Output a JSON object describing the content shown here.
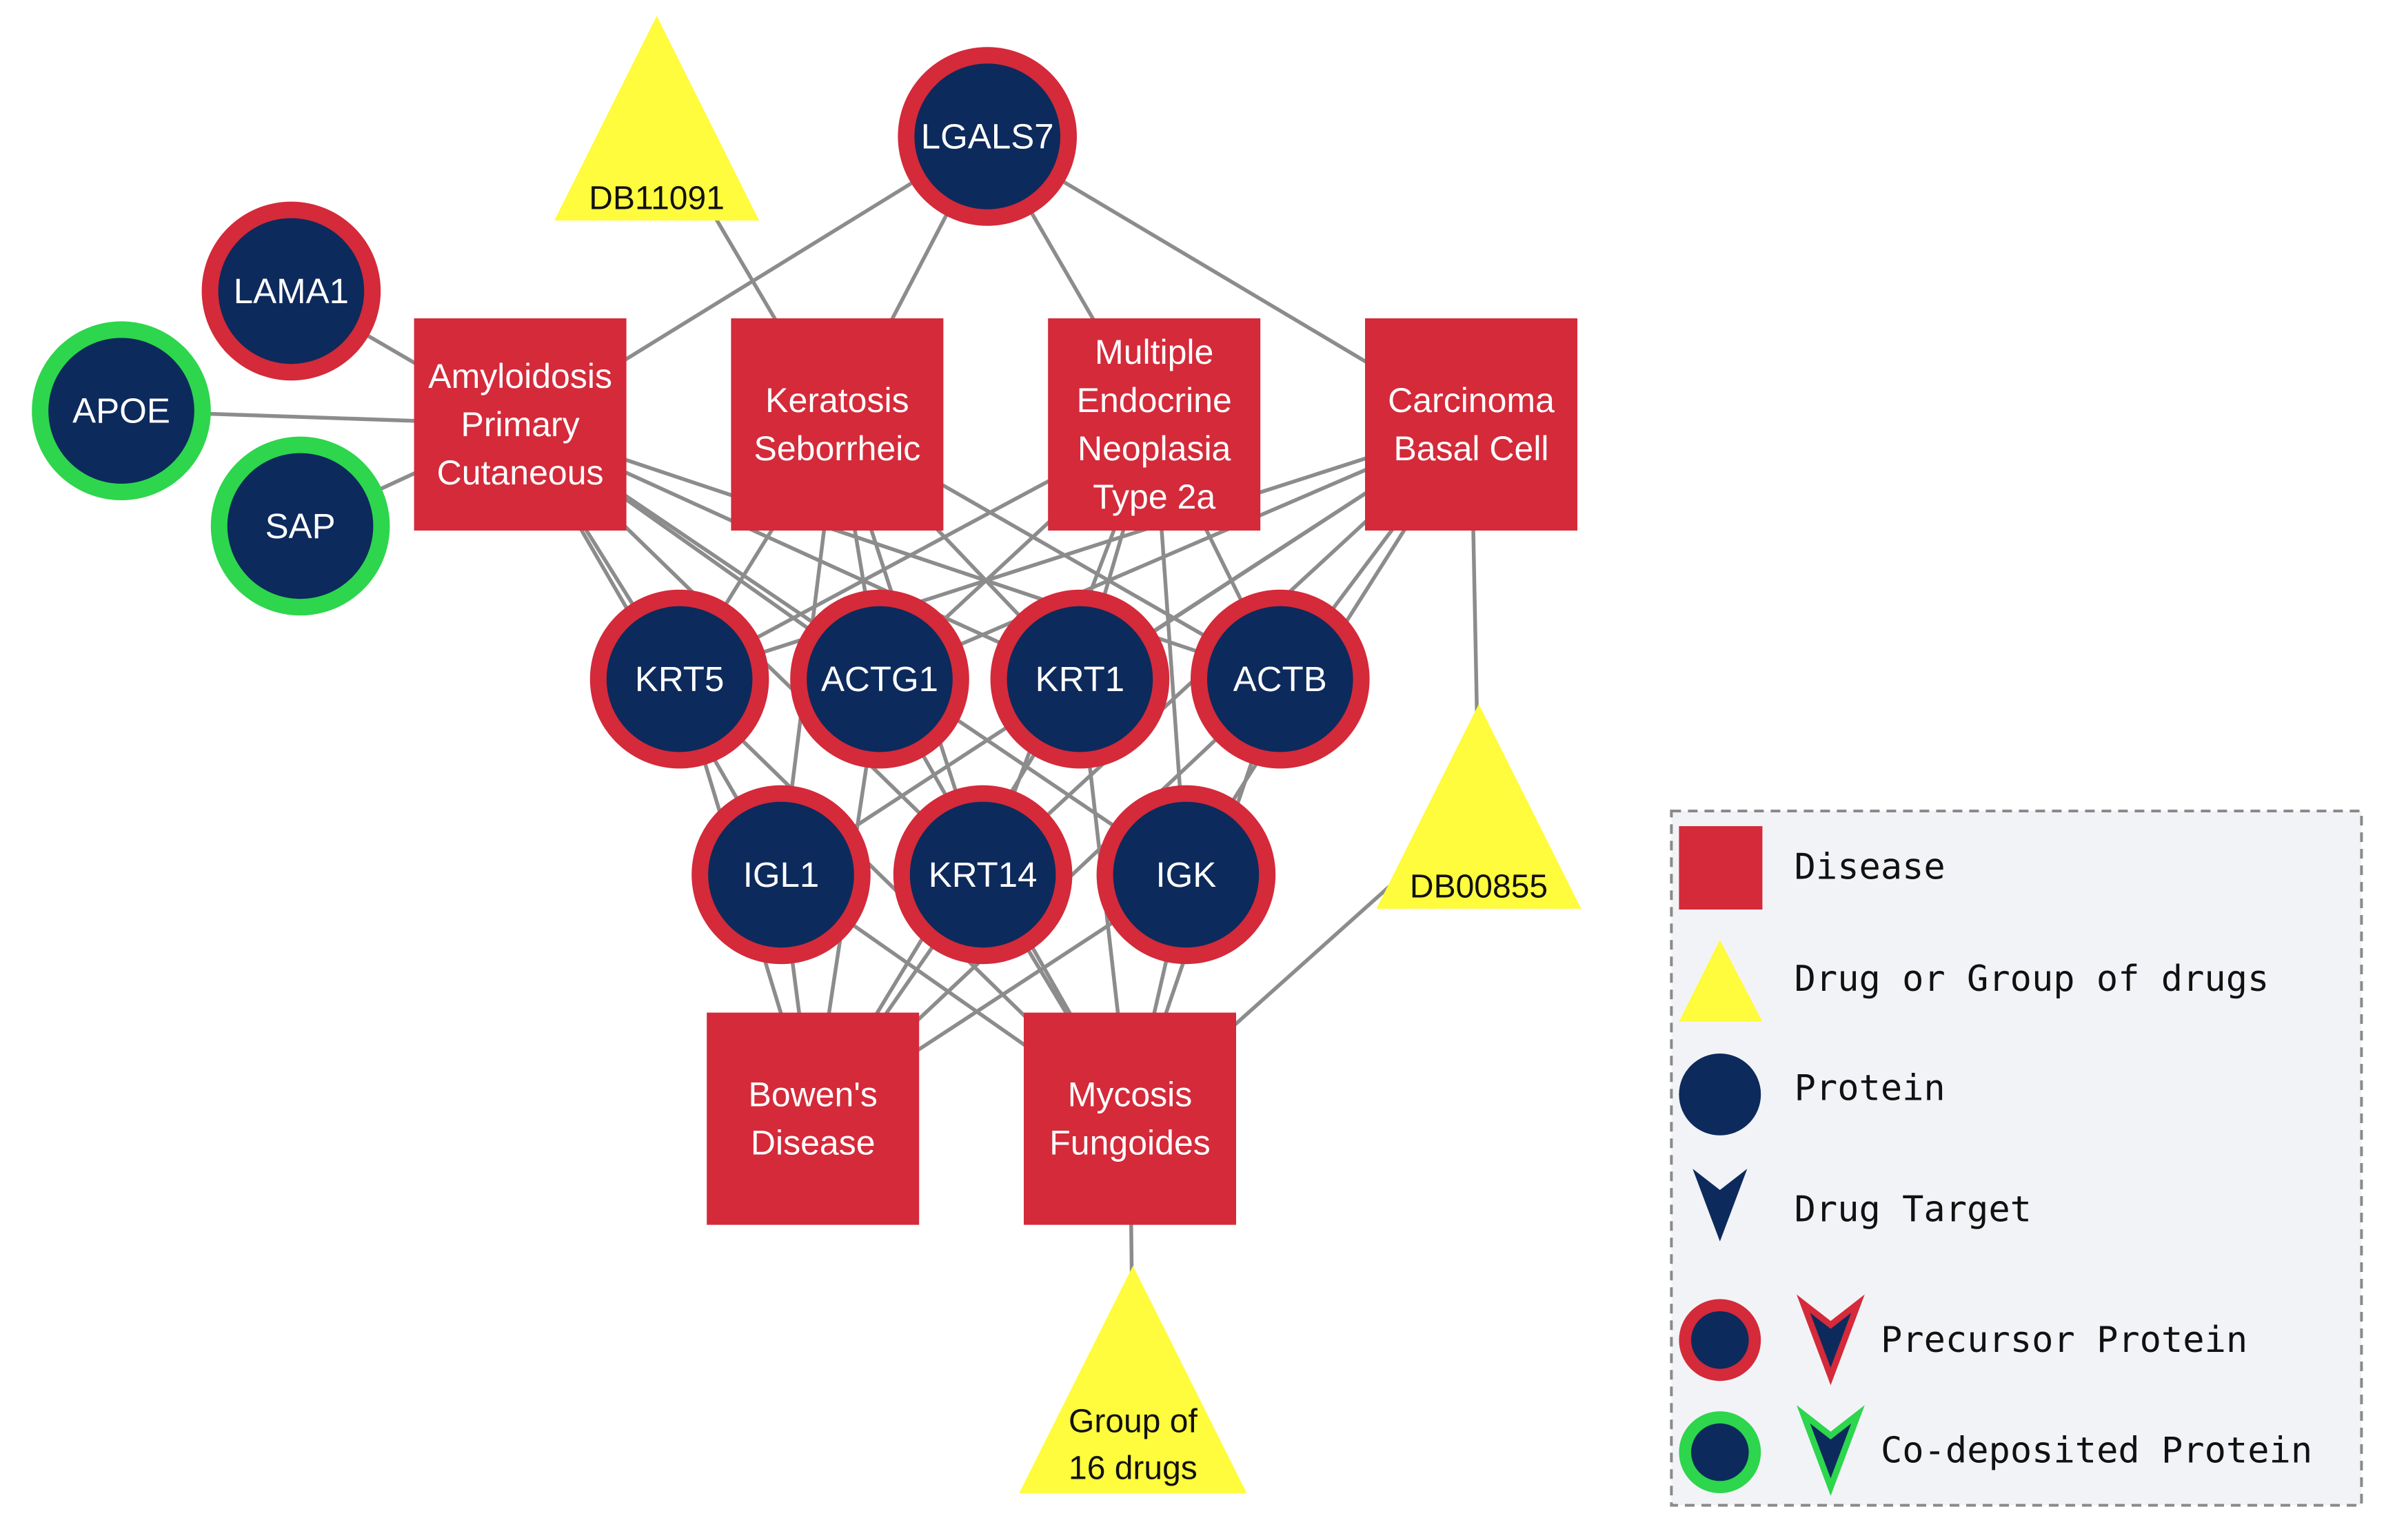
{
  "colors": {
    "disease": "#d42a3a",
    "drug": "#fffb3d",
    "protein_fill": "#0d2a5c",
    "precursor_ring": "#d42a3a",
    "codeposited_ring": "#2dd64c",
    "edge": "#8c8c8c",
    "legend_bg": "#f2f3f6",
    "legend_border": "#8a8a8a"
  },
  "diseases": {
    "amyloidosis": [
      "Amyloidosis",
      "Primary",
      "Cutaneous"
    ],
    "keratosis": [
      "Keratosis",
      "Seborrheic"
    ],
    "men2a": [
      "Multiple",
      "Endocrine",
      "Neoplasia",
      "Type 2a"
    ],
    "carcinoma": [
      "Carcinoma",
      "Basal Cell"
    ],
    "bowen": [
      "Bowen's",
      "Disease"
    ],
    "mycosis": [
      "Mycosis",
      "Fungoides"
    ]
  },
  "drugs": {
    "db11091": [
      "DB11091"
    ],
    "db00855": [
      "DB00855"
    ],
    "group16": [
      "Group of",
      "16 drugs"
    ]
  },
  "proteins": {
    "lgals7": {
      "label": "LGALS7",
      "type": "precursor"
    },
    "lama1": {
      "label": "LAMA1",
      "type": "precursor"
    },
    "apoe": {
      "label": "APOE",
      "type": "co-deposited"
    },
    "sap": {
      "label": "SAP",
      "type": "co-deposited"
    },
    "krt5": {
      "label": "KRT5",
      "type": "precursor"
    },
    "actg1": {
      "label": "ACTG1",
      "type": "precursor"
    },
    "krt1": {
      "label": "KRT1",
      "type": "precursor"
    },
    "actb": {
      "label": "ACTB",
      "type": "precursor"
    },
    "igl1": {
      "label": "IGL1",
      "type": "precursor"
    },
    "krt14": {
      "label": "KRT14",
      "type": "precursor"
    },
    "igk": {
      "label": "IGK",
      "type": "precursor"
    }
  },
  "legend": {
    "disease": "Disease",
    "drug": "Drug or Group of drugs",
    "protein": "Protein",
    "drug_target": "Drug Target",
    "precursor": "Precursor Protein",
    "codeposited": "Co-deposited Protein"
  }
}
